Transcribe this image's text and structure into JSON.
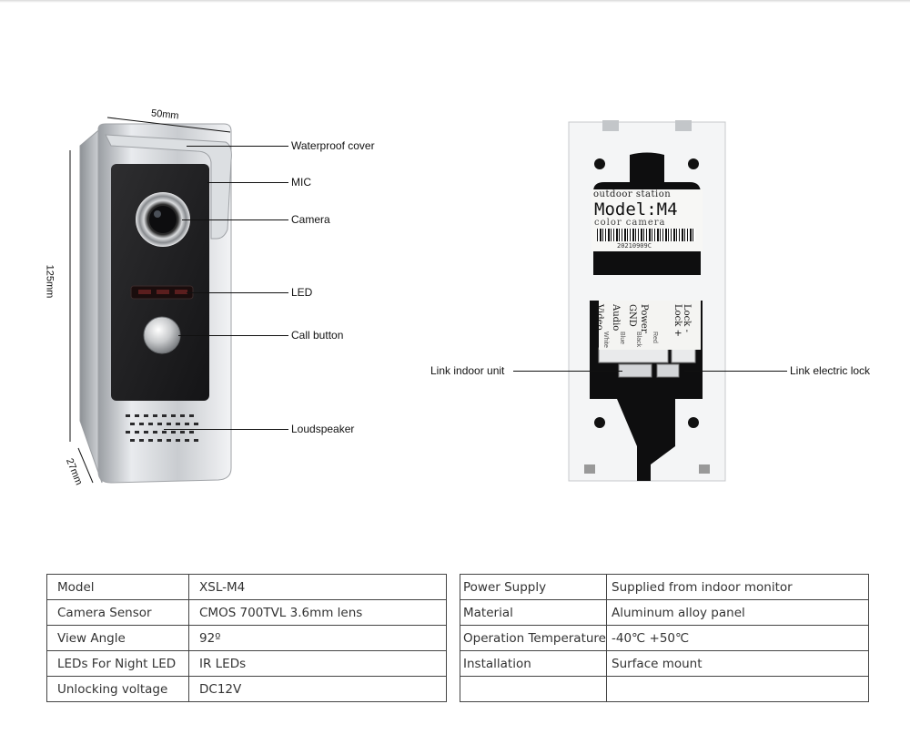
{
  "front": {
    "labels": {
      "waterproof_cover": "Waterproof cover",
      "mic": "MIC",
      "camera": "Camera",
      "led": "LED",
      "call_button": "Call button",
      "loudspeaker": "Loudspeaker"
    },
    "dimensions": {
      "width": "50mm",
      "height": "125mm",
      "depth": "27mm"
    }
  },
  "back": {
    "labels": {
      "link_indoor_unit": "Link indoor unit",
      "link_electric_lock": "Link electric lock"
    },
    "sticker": {
      "header": "outdoor station",
      "model": "Model:M4",
      "subtitle": "color camera",
      "serial": "20210909C"
    },
    "terminal_labels": [
      "Lock -",
      "Lock +",
      "Power",
      "GND",
      "Audio",
      "Video"
    ],
    "wire_colors": [
      "Red",
      "Black",
      "Blue",
      "White"
    ]
  },
  "specs": {
    "left": [
      {
        "key": "Model",
        "value": "XSL-M4"
      },
      {
        "key": "Camera Sensor",
        "value": "CMOS 700TVL 3.6mm lens"
      },
      {
        "key": "View Angle",
        "value": "92º"
      },
      {
        "key": "LEDs For Night LED",
        "value": "IR LEDs"
      },
      {
        "key": "Unlocking voltage",
        "value": "DC12V"
      }
    ],
    "right": [
      {
        "key": "Power Supply",
        "value": "Supplied from indoor monitor"
      },
      {
        "key": "Material",
        "value": "Aluminum alloy panel"
      },
      {
        "key": "Operation Temperature",
        "value": "-40℃  +50℃"
      },
      {
        "key": "Installation",
        "value": "Surface mount"
      },
      {
        "key": "",
        "value": ""
      }
    ]
  }
}
